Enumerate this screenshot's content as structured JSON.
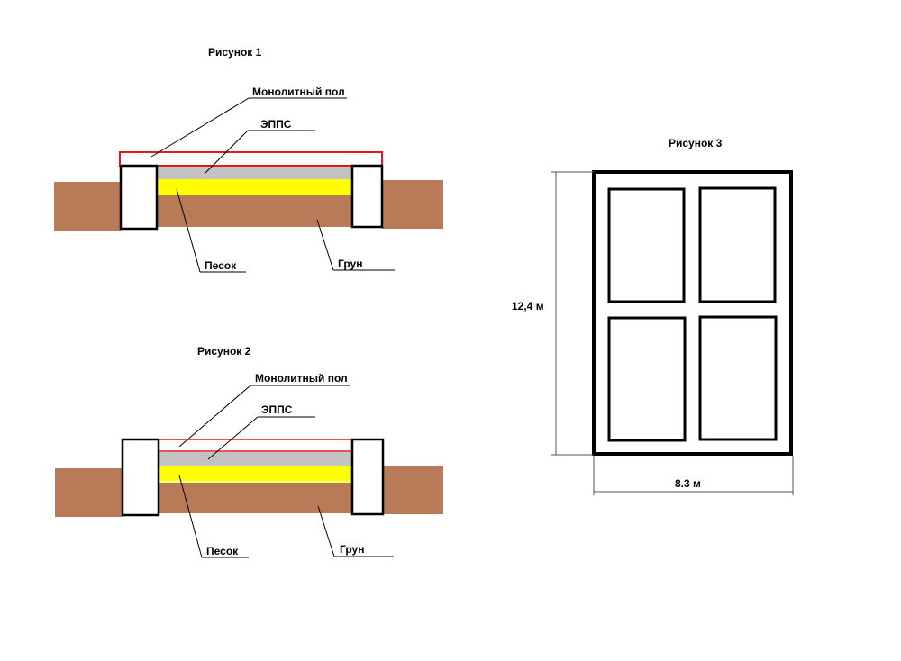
{
  "figure1": {
    "title": "Рисунок 1",
    "labels": {
      "floor": "Монолитный пол",
      "epps": "ЭППС",
      "sand": "Песок",
      "soil": "Грун"
    }
  },
  "figure2": {
    "title": "Рисунок 2",
    "labels": {
      "floor": "Монолитный пол",
      "epps": "ЭППС",
      "sand": "Песок",
      "soil": "Грун"
    }
  },
  "figure3": {
    "title": "Рисунок 3",
    "height_label": "12,4 м",
    "width_label": "8.3 м"
  },
  "colors": {
    "soil": "#b97a57",
    "sand": "#ffff00",
    "epps": "#c3c3c3",
    "floor_outline": "#e31a1c",
    "outline": "#000000"
  }
}
